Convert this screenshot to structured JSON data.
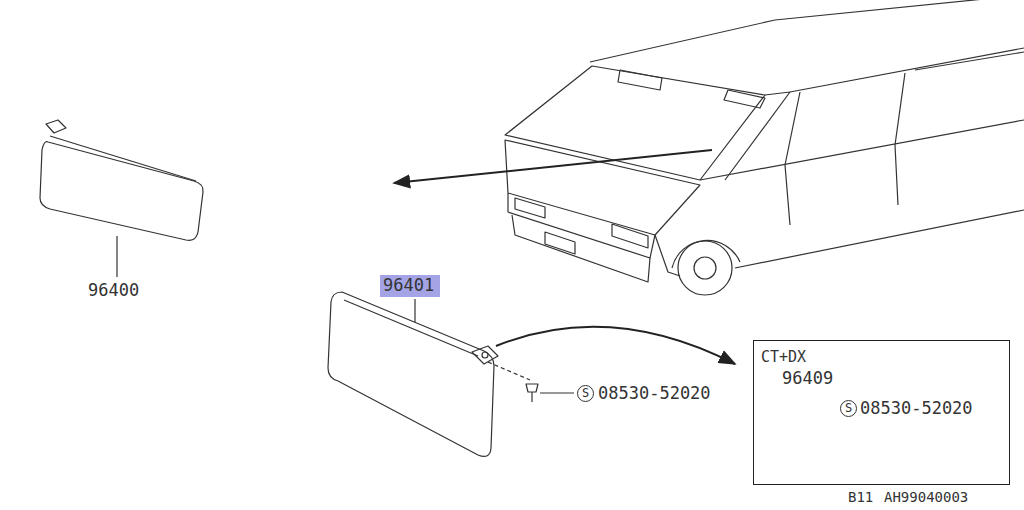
{
  "diagram": {
    "nodes": [
      {
        "text": [
          "96401"
        ]
      },
      {
        "text": [
          "CT+DX"
        ]
      }
    ],
    "labels": [
      "96400",
      "S",
      "08530-52020",
      "96409",
      "S",
      "08530-52020",
      "B11",
      "AH99040003"
    ]
  }
}
